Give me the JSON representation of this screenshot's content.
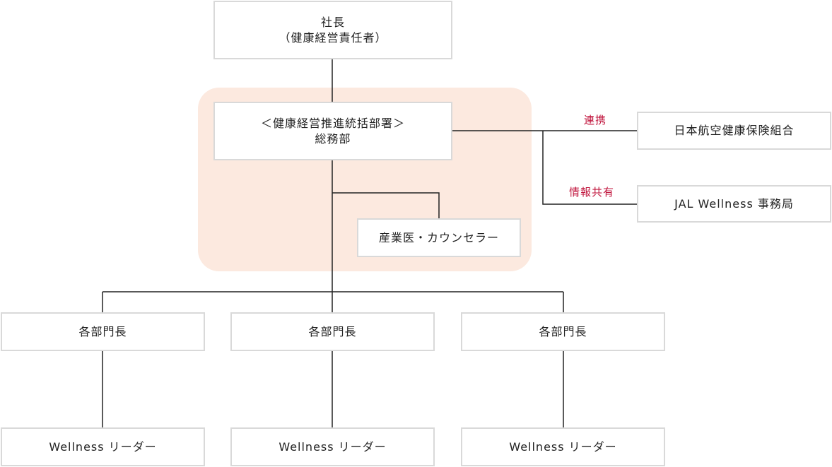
{
  "colors": {
    "line": "#222222",
    "box_border": "#d9d9d9",
    "highlight_bg": "#fce9df",
    "link_label": "#c0143c"
  },
  "president": {
    "title": "社長",
    "subtitle": "（健康経営責任者）"
  },
  "promotion_dept": {
    "title": "＜健康経営推進統括部署＞",
    "subtitle": "総務部"
  },
  "medical": {
    "label": "産業医・カウンセラー"
  },
  "partners": {
    "union": {
      "label": "日本航空健康保険組合",
      "link_label": "連携"
    },
    "office": {
      "label": "JAL Wellness 事務局",
      "link_label": "情報共有"
    }
  },
  "departments": [
    {
      "head": "各部門長",
      "leader": "Wellness リーダー"
    },
    {
      "head": "各部門長",
      "leader": "Wellness リーダー"
    },
    {
      "head": "各部門長",
      "leader": "Wellness リーダー"
    }
  ]
}
